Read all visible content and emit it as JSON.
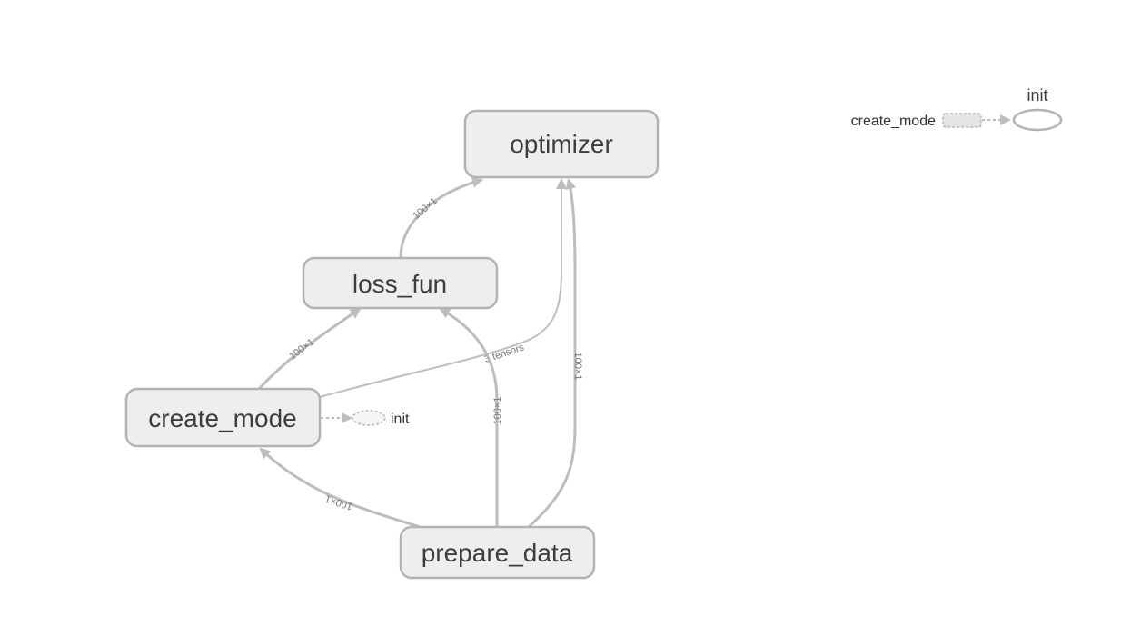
{
  "nodes": {
    "optimizer": "optimizer",
    "loss_fun": "loss_fun",
    "create_mode": "create_mode",
    "prepare_data": "prepare_data"
  },
  "edges": {
    "loss_to_optimizer": "100×1",
    "create_to_loss": "100×1",
    "create_to_optimizer": "3 tensors",
    "prepare_to_loss": "100×1",
    "prepare_to_optimizer": "100×1",
    "prepare_to_create": "100×1"
  },
  "control_dep": {
    "target": "init"
  },
  "aux_panel": {
    "title": "init",
    "source": "create_mode"
  },
  "colors": {
    "node_fill": "#eeeeee",
    "node_stroke": "#b3b3b3",
    "edge": "#bdbdbd",
    "text": "#3d3d3d"
  }
}
